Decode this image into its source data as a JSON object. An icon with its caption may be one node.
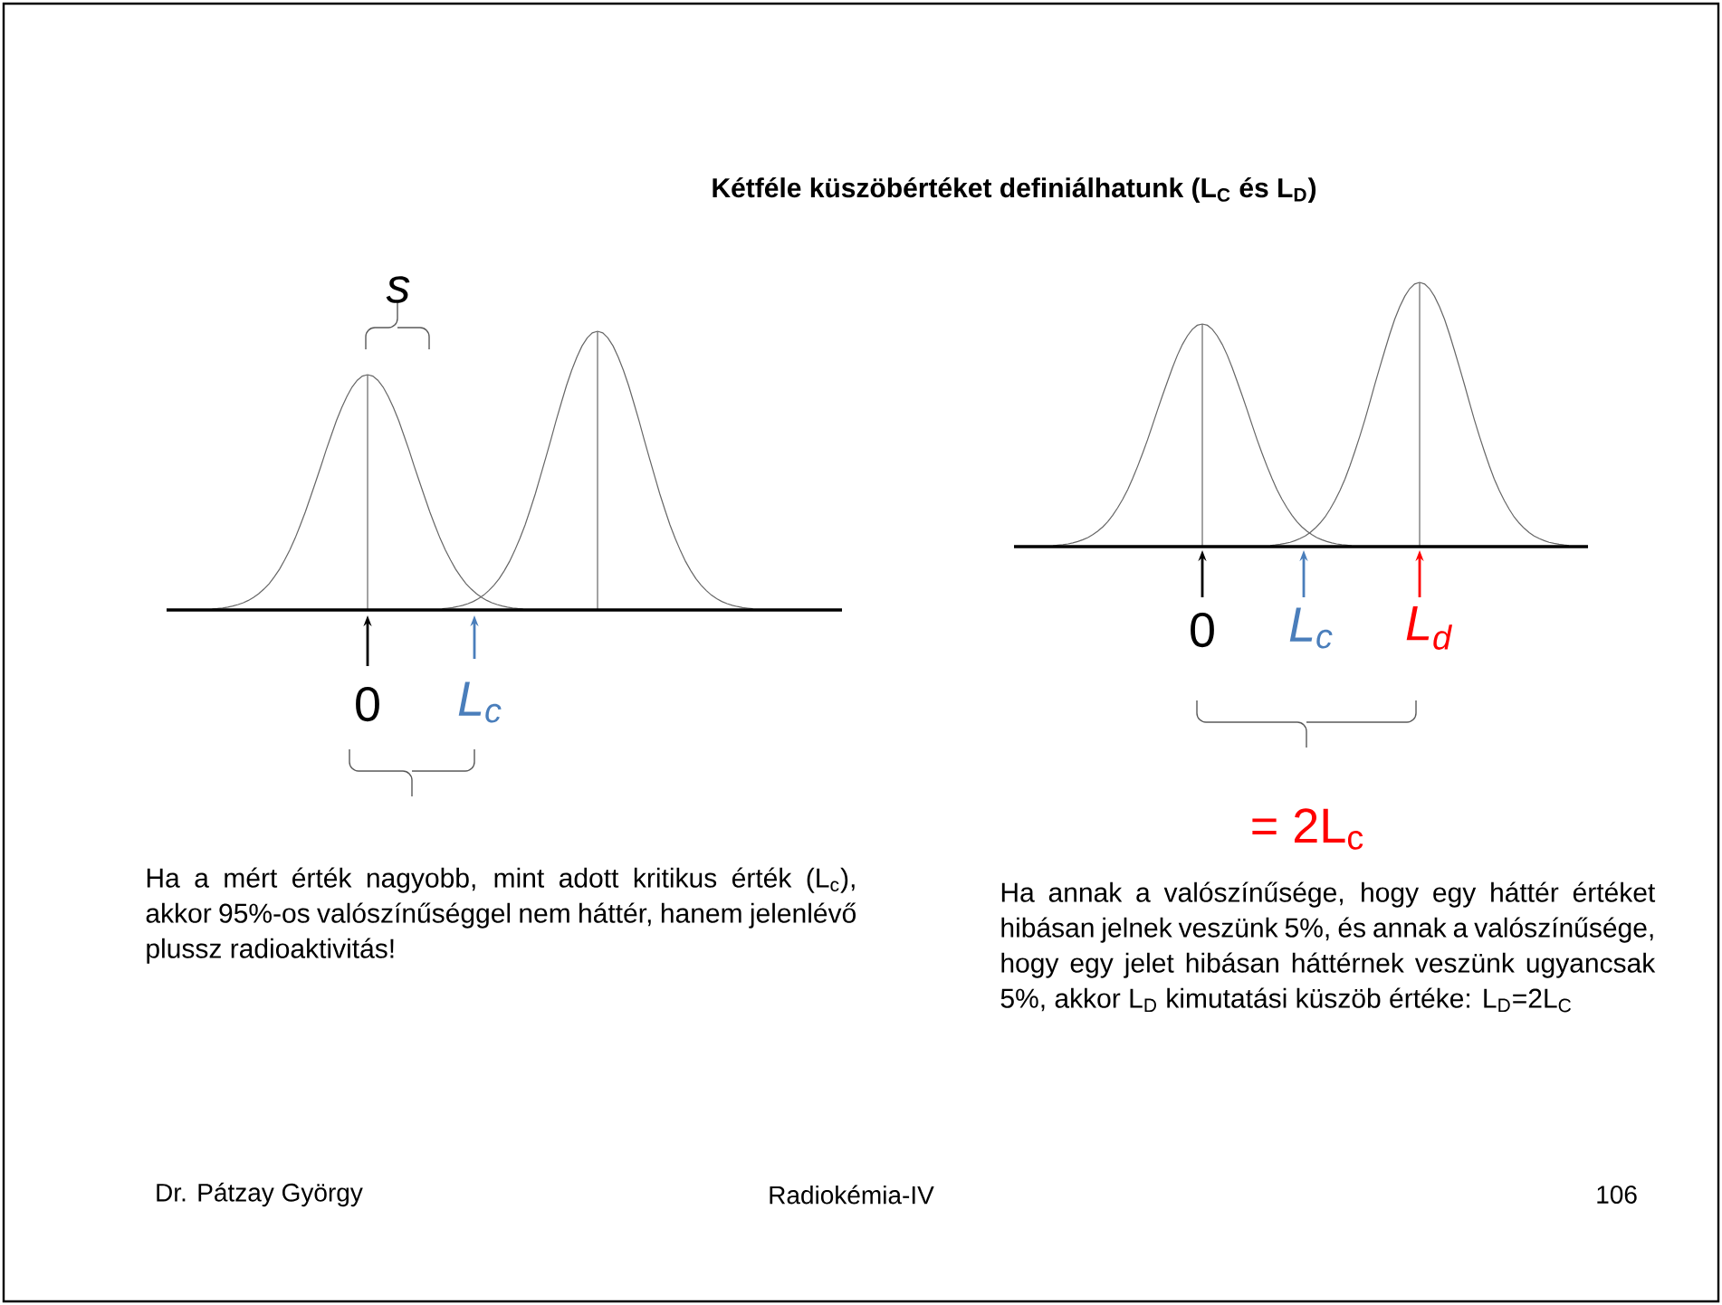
{
  "diagram": {
    "title": "Kétféle küszöbértéket definiálhatunk (L$_{C}$ és L$_{D}$)",
    "labels": [
      "s",
      "0",
      "L$_{c}$",
      "0",
      "L$_{c}$",
      "L$_{d}$",
      "= 2L$_{c}$",
      "Ha a mért érték nagyobb, mint adott kritikus érték (L$_{c}$), akkor 95%-os valószínűséggel nem háttér, hanem jelenlévő plussz radioaktivitás!",
      "Ha annak a valószínűsége, hogy egy háttér értéket hibásan jelnek veszünk 5%, és annak a valószínűsége, hogy egy jelet hibásan háttérnek veszünk ugyancsak 5%, akkor L$_{D}$ kimutatási küszöb értéke: L$_{D}$=2L$_{C}$",
      "Dr. Pátzay György",
      "Radiokémia-IV",
      "106"
    ]
  }
}
